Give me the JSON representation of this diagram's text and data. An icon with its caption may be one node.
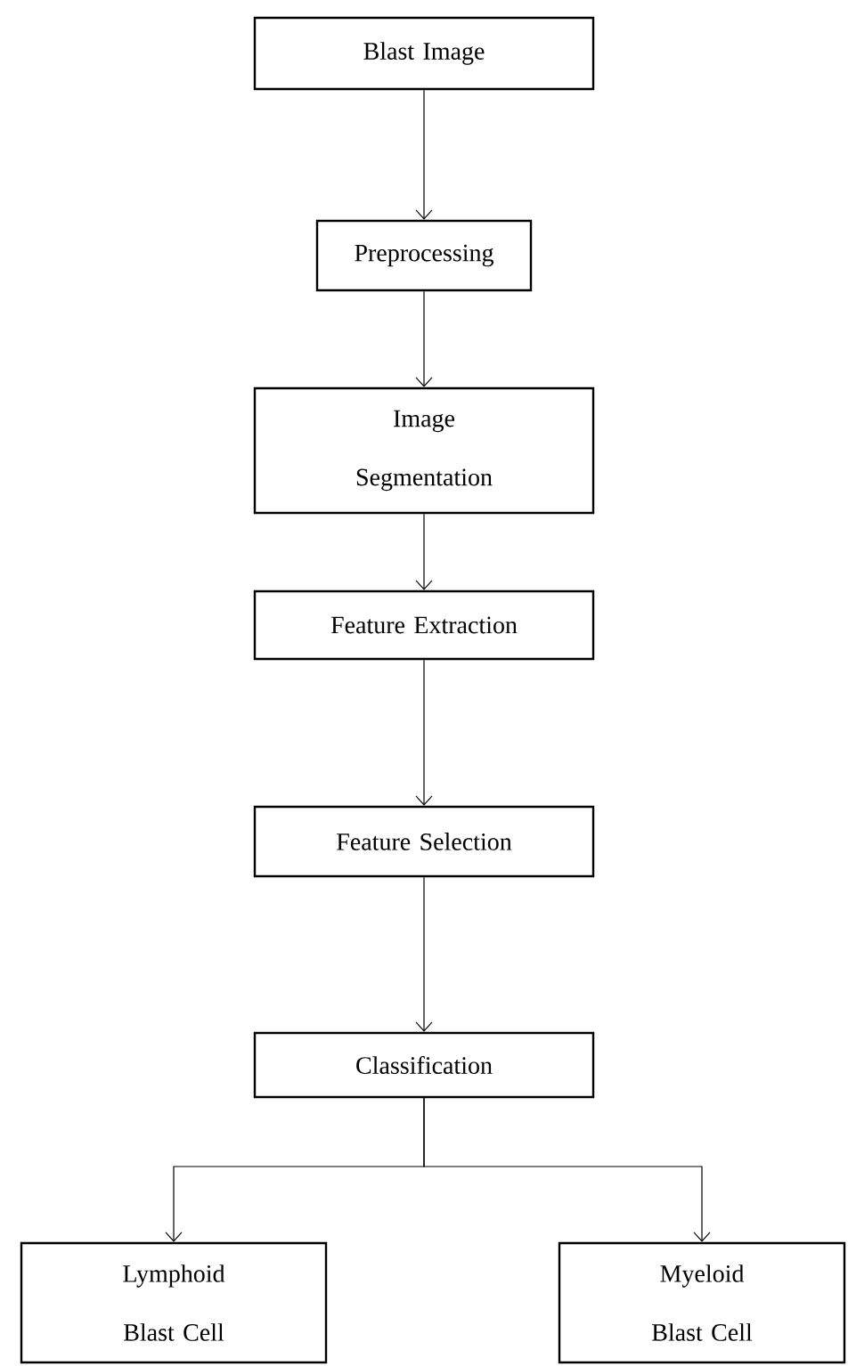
{
  "diagram": {
    "nodes": [
      {
        "text": [
          "Blast Image"
        ]
      },
      {
        "text": [
          "Preprocessing"
        ]
      },
      {
        "text": [
          "Image Segmentation"
        ]
      },
      {
        "text": [
          "Feature Extraction"
        ]
      },
      {
        "text": [
          "Feature Selection"
        ]
      },
      {
        "text": [
          "Classification"
        ]
      },
      {
        "text": [
          "Lymphoid Blast Cell"
        ]
      },
      {
        "text": [
          "Myeloid Blast Cell"
        ]
      }
    ],
    "edges": [
      {
        "from": 0,
        "to": 1,
        "arrow": "to"
      },
      {
        "from": 1,
        "to": 2,
        "arrow": "to"
      },
      {
        "from": 2,
        "to": 3,
        "arrow": "to"
      },
      {
        "from": 3,
        "to": 4,
        "arrow": "to"
      },
      {
        "from": 4,
        "to": 5,
        "arrow": "to"
      },
      {
        "from": 5,
        "to": 6,
        "arrow": "to"
      },
      {
        "from": 5,
        "to": 7,
        "arrow": "to"
      }
    ]
  }
}
